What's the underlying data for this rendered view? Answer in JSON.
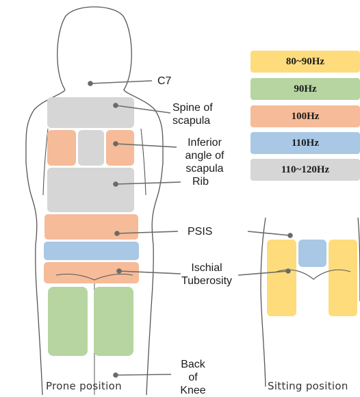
{
  "colors": {
    "yellow": "#fedc7c",
    "green": "#b6d5a1",
    "orange": "#f6bb98",
    "blue": "#a9c8e6",
    "gray": "#d6d6d6",
    "outline": "#555555",
    "pointer": "#6a6a6a"
  },
  "labels": {
    "c7": "C7",
    "spine_of_scapula": "Spine of\nscapula",
    "inferior_angle": "Inferior\nangle of\nscapula",
    "rib": "Rib",
    "psis": "PSIS",
    "ischial_tuberosity": "Ischial\nTuberosity",
    "back_of_knee": "Back of\nKnee"
  },
  "legend": [
    {
      "label": "80~90Hz",
      "color": "yellow"
    },
    {
      "label": "90Hz",
      "color": "green"
    },
    {
      "label": "100Hz",
      "color": "orange"
    },
    {
      "label": "110Hz",
      "color": "blue"
    },
    {
      "label": "110~120Hz",
      "color": "gray"
    }
  ],
  "captions": {
    "prone": "Prone position",
    "sitting": "Sitting position"
  }
}
